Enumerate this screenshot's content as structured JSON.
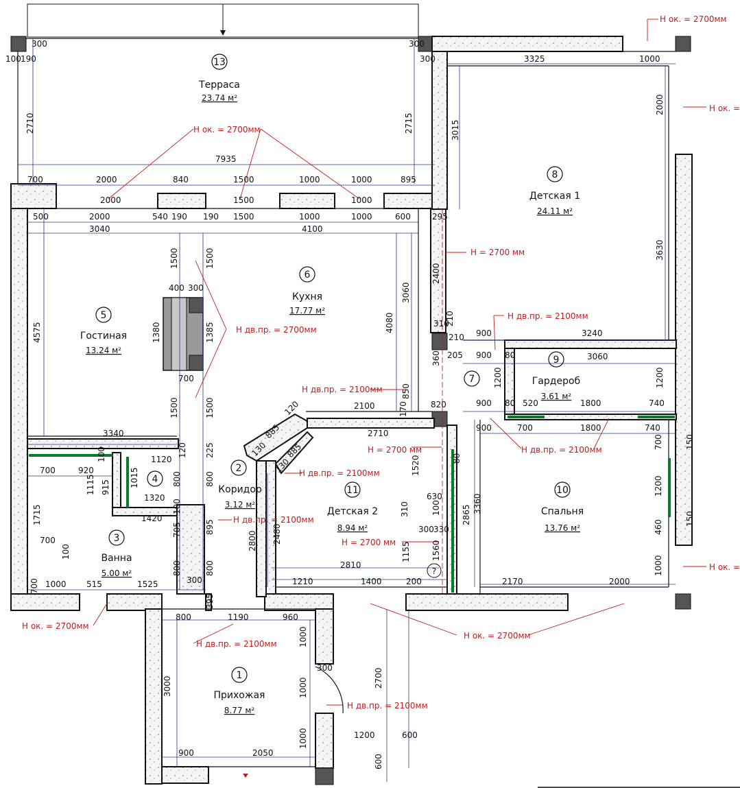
{
  "rooms": [
    {
      "num": "1",
      "name": "Прихожая",
      "area": "8.77 м²"
    },
    {
      "num": "2",
      "name": "Коридор",
      "area": "3.12 м²"
    },
    {
      "num": "3",
      "name": "Ванна",
      "area": "5.00 м²"
    },
    {
      "num": "4",
      "name": "",
      "area": ""
    },
    {
      "num": "5",
      "name": "Гостиная",
      "area": "13.24 м²"
    },
    {
      "num": "6",
      "name": "Кухня",
      "area": "17.77 м²"
    },
    {
      "num": "7",
      "name": "",
      "area": ""
    },
    {
      "num": "8",
      "name": "Детская 1",
      "area": "24.11 м²"
    },
    {
      "num": "9",
      "name": "Гардероб",
      "area": "3.61 м²"
    },
    {
      "num": "10",
      "name": "Спальня",
      "area": "13.76 м²"
    },
    {
      "num": "11",
      "name": "Детская 2",
      "area": "8.94 м²"
    },
    {
      "num": "13",
      "name": "Терраса",
      "area": "23.74 м²"
    }
  ],
  "annotations": {
    "window_2700": "H ок. = 2700мм",
    "ceiling_2700": "H = 2700 мм",
    "door_2100": "H дв.пр. = 2100мм",
    "door_2700": "H дв.пр. = 2700мм",
    "window_cut": "H ок. = 2",
    "question": "?"
  },
  "dims": {
    "d7935": "7935",
    "d700": "700",
    "d2000": "2000",
    "d840": "840",
    "d1500": "1500",
    "d1000": "1000",
    "d895": "895",
    "d500": "500",
    "d540": "540",
    "d190": "190",
    "d600": "600",
    "d3040": "3040",
    "d4100": "4100",
    "d300": "300",
    "d100": "100",
    "d2710": "2710",
    "d2715": "2715",
    "d3325": "3325",
    "d3015": "3015",
    "d295": "295",
    "d3630": "3630",
    "d2400": "2400",
    "d3060": "3060",
    "d4080": "4080",
    "d4575": "4575",
    "d400": "400",
    "d1380": "1380",
    "d1385": "1385",
    "d3240": "3240",
    "d310": "310",
    "d210": "210",
    "d205": "205",
    "d360": "360",
    "d900": "900",
    "d80": "80",
    "d1200": "1200",
    "d850": "850",
    "d2100": "2100",
    "d820": "820",
    "d170": "170",
    "d520": "520",
    "d1800": "1800",
    "d740": "740",
    "d3340": "3340",
    "d1120": "1120",
    "d920": "920",
    "d1115": "1115",
    "d915": "915",
    "d1015": "1015",
    "d1320": "1320",
    "d1420": "1420",
    "d1715": "1715",
    "d885": "885",
    "d130": "130",
    "d120": "120",
    "d225": "225",
    "d800": "800",
    "d705": "705",
    "d1520": "1520",
    "d630": "630",
    "d2865": "2865",
    "d3360": "3360",
    "d2800": "2800",
    "d2480": "2480",
    "d330": "330",
    "d1155": "1155",
    "d1560": "1560",
    "d2810": "2810",
    "d1210": "1210",
    "d1400": "1400",
    "d200": "200",
    "d2170": "2170",
    "d460": "460",
    "d150": "150",
    "d515": "515",
    "d1525": "1525",
    "d395": "395",
    "d1190": "1190",
    "d960": "960",
    "d3000": "3000",
    "d2700": "2700",
    "d2050": "2050"
  }
}
